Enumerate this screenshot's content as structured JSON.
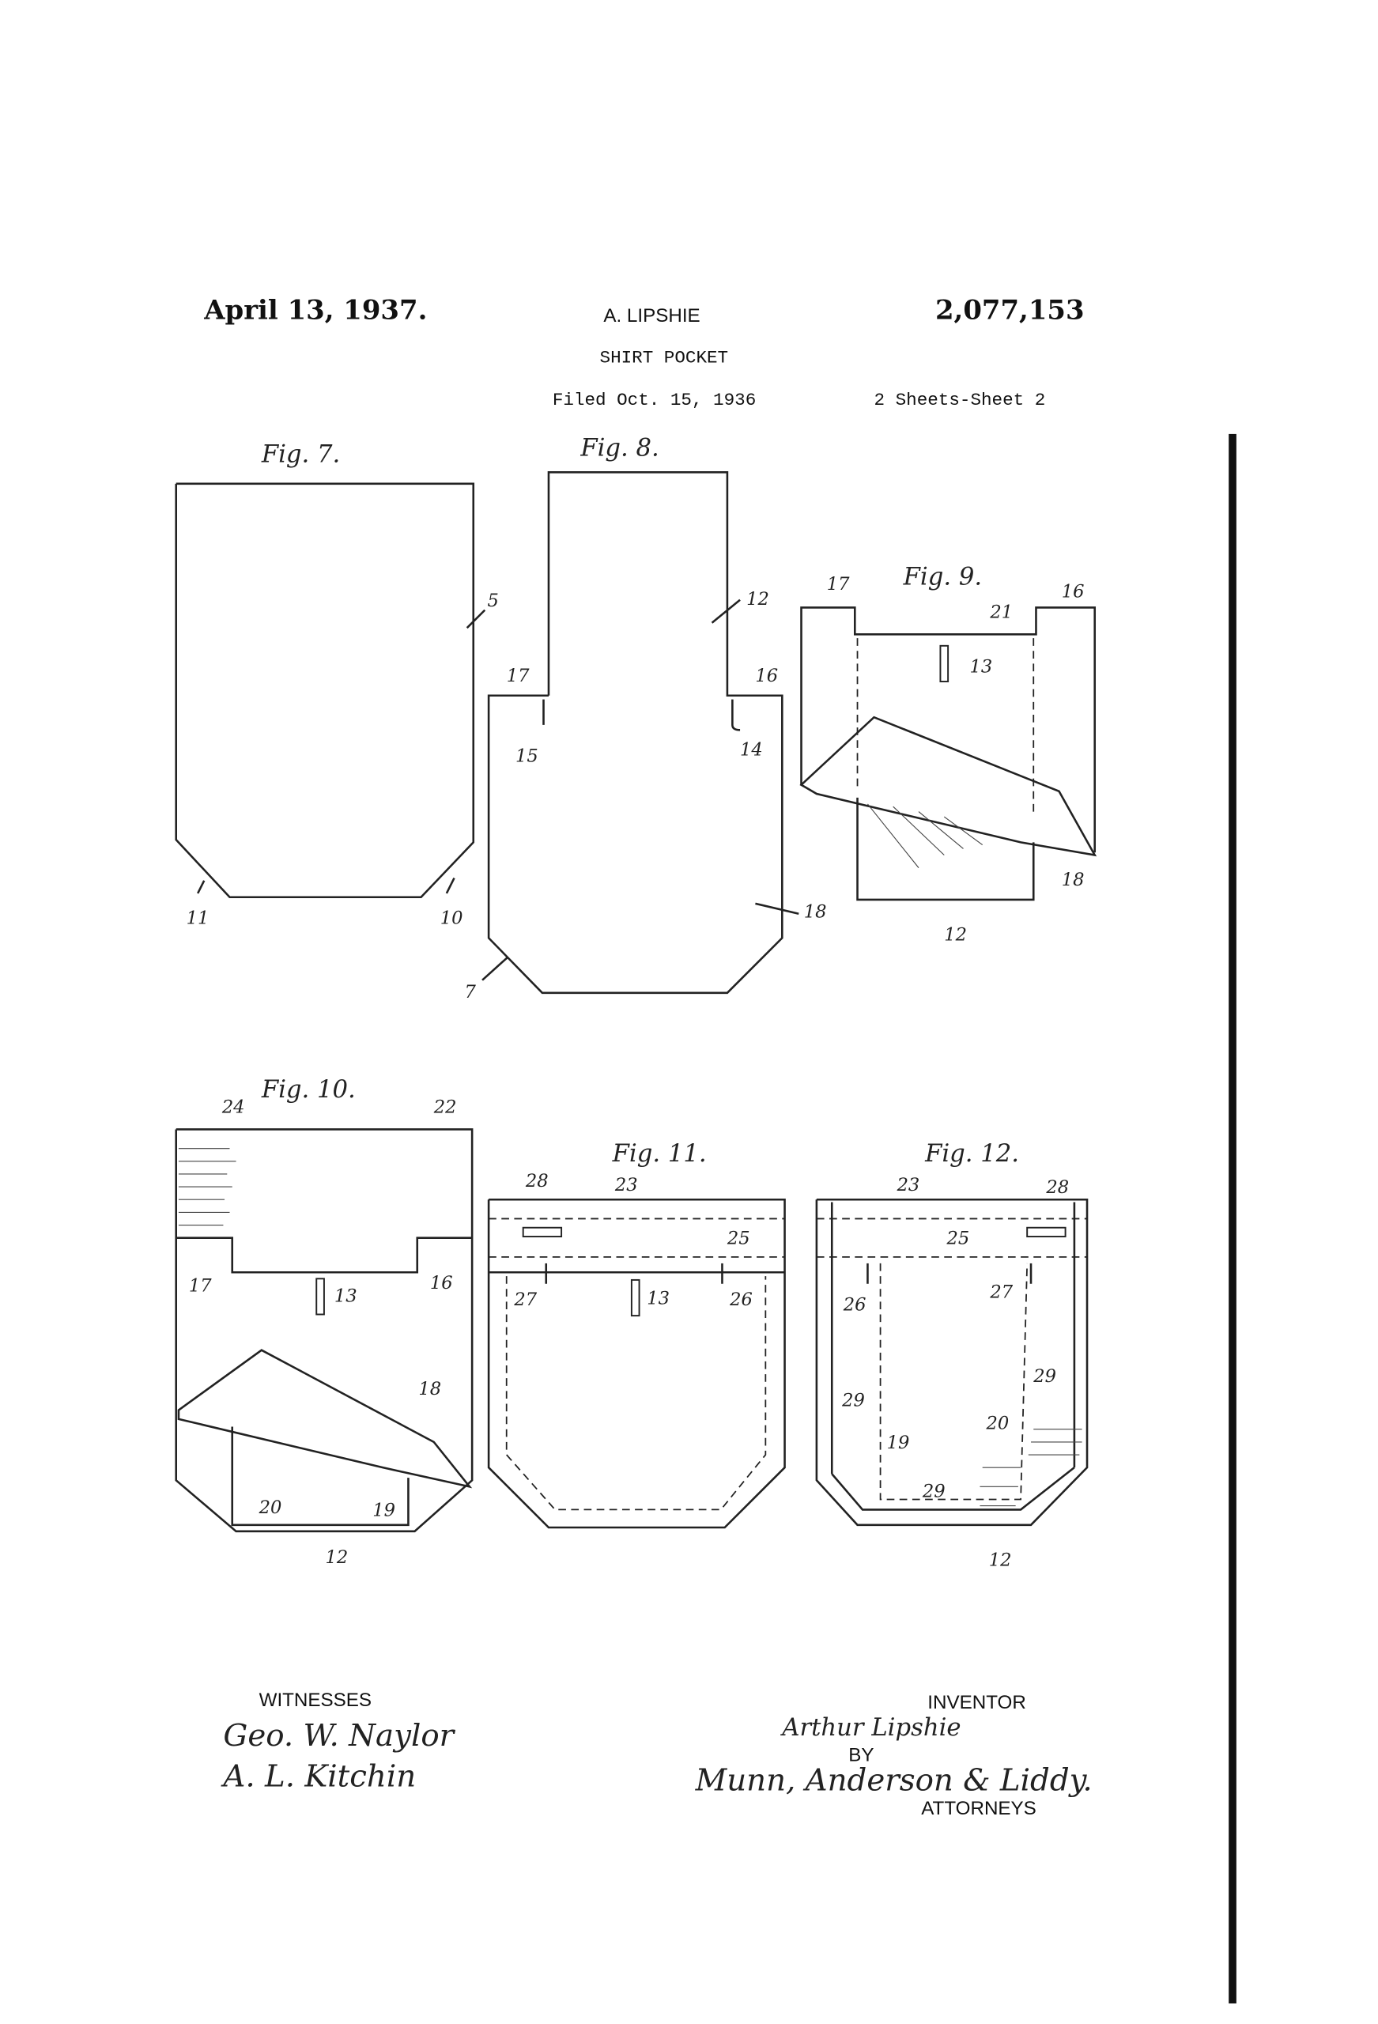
{
  "header": {
    "date": "April 13, 1937.",
    "inventor_name": "A. LIPSHIE",
    "patent_number": "2,077,153",
    "title": "SHIRT POCKET",
    "filed": "Filed Oct. 15, 1936",
    "sheets": "2 Sheets-Sheet 2"
  },
  "figures": {
    "fig7": {
      "title": "Fig. 7.",
      "labels": [
        "5",
        "11",
        "10"
      ]
    },
    "fig8": {
      "title": "Fig. 8.",
      "labels": [
        "12",
        "17",
        "16",
        "15",
        "14",
        "18",
        "7"
      ]
    },
    "fig9": {
      "title": "Fig. 9.",
      "labels": [
        "17",
        "16",
        "21",
        "13",
        "18",
        "12"
      ]
    },
    "fig10": {
      "title": "Fig. 10.",
      "labels": [
        "24",
        "22",
        "17",
        "16",
        "13",
        "18",
        "20",
        "19",
        "12"
      ]
    },
    "fig11": {
      "title": "Fig. 11.",
      "labels": [
        "28",
        "23",
        "25",
        "27",
        "13",
        "26"
      ]
    },
    "fig12": {
      "title": "Fig. 12.",
      "labels": [
        "23",
        "28",
        "25",
        "26",
        "27",
        "29",
        "29",
        "20",
        "19",
        "29",
        "12"
      ]
    }
  },
  "footer": {
    "witnesses_label": "WITNESSES",
    "witness_signatures": [
      "Geo. W. Naylor",
      "A. L. Kitchin"
    ],
    "inventor_label": "INVENTOR",
    "inventor_signature": "Arthur Lipshie",
    "by_label": "BY",
    "attorneys_signature": "Munn, Anderson & Liddy.",
    "attorneys_label": "ATTORNEYS"
  }
}
